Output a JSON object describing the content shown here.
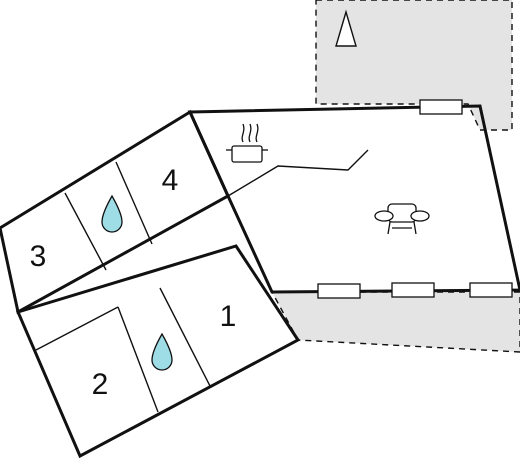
{
  "rooms": [
    {
      "id": "bedroom-1",
      "label": "1"
    },
    {
      "id": "bedroom-2",
      "label": "2"
    },
    {
      "id": "bedroom-3",
      "label": "3"
    },
    {
      "id": "bedroom-4",
      "label": "4"
    }
  ],
  "icons": {
    "bathroom": "water-drop-icon",
    "kitchen": "cooking-pot-icon",
    "living": "armchair-icon",
    "north": "north-arrow-icon"
  },
  "colors": {
    "wall": "#111111",
    "terrace": "#e4e4e4",
    "bathroom": "#9fdde6",
    "background": "#ffffff"
  }
}
